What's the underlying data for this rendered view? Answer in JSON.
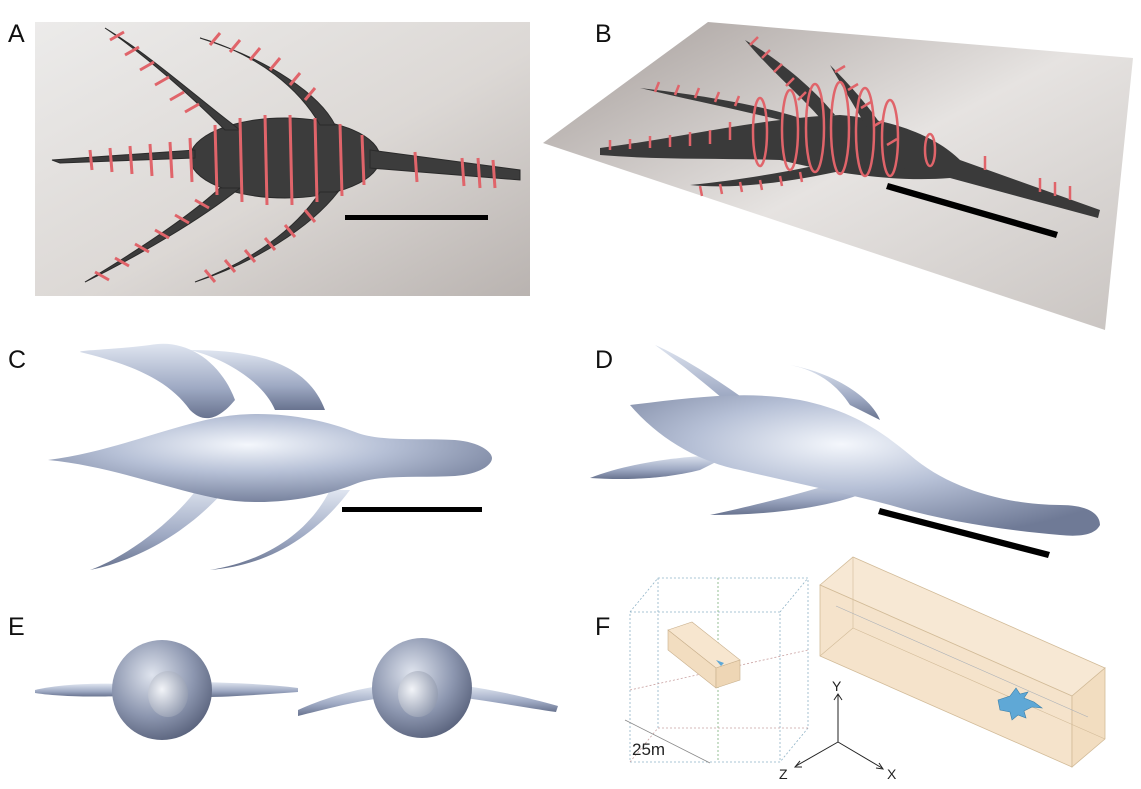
{
  "panels": {
    "a": {
      "label": "A"
    },
    "b": {
      "label": "B"
    },
    "c": {
      "label": "C"
    },
    "d": {
      "label": "D"
    },
    "e": {
      "label": "E"
    },
    "f": {
      "label": "F"
    }
  },
  "domain_box": {
    "scale_label": "25m"
  },
  "axes": {
    "x": "X",
    "y": "Y",
    "z": "Z"
  },
  "colors": {
    "fossil": "#3e3e3e",
    "fossil_slab": "#cdc8c4",
    "slice_rings": "#e0646a",
    "model_body": "#a5afc8",
    "model_highlight": "#eef2f9",
    "model_shadow": "#6b7590",
    "domain_fill": "#f7e6cf",
    "domain_edge": "#c9b08d",
    "scale_bar": "#000000",
    "specimen_blue": "#5fa8d6"
  }
}
